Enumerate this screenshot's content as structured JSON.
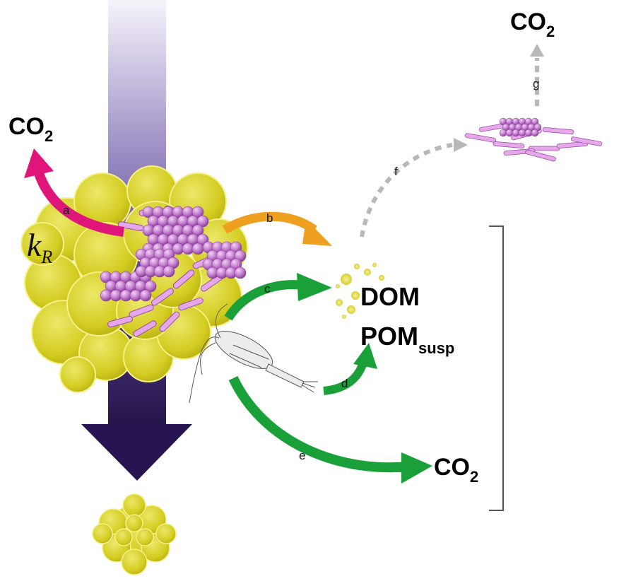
{
  "labels": {
    "co2_main": "CO",
    "co2_sub": "2",
    "k_main": "k",
    "k_sub": "R",
    "dom": "DOM",
    "pom_main": "POM",
    "pom_sub": "susp"
  },
  "pathways": {
    "a": "a",
    "b": "b",
    "c": "c",
    "d": "d",
    "e": "e",
    "f": "f",
    "g": "g"
  },
  "colors": {
    "sinking_arrow_top": "#e9e4f4",
    "sinking_arrow_bottom": "#2a1550",
    "respiration_arrow": "#e0157a",
    "aggregate_fill": "#d9d328",
    "aggregate_outline": "#f2ee80",
    "bacteria": "#c98bd2",
    "solubilization_arrow": "#f0a020",
    "zooplankton_arrow": "#19a038",
    "transport_arrow": "#b8b8b8",
    "bracket": "#555555"
  }
}
